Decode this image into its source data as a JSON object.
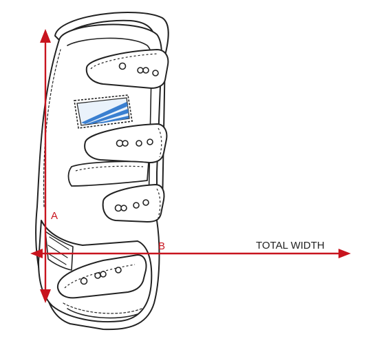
{
  "diagram": {
    "labels": {
      "a": "A",
      "b": "B",
      "total_width": "TOTAL WIDTH"
    },
    "colors": {
      "measure": "#c8141e",
      "outline": "#222222",
      "badge": "#3a7fd0",
      "background": "#ffffff"
    },
    "parts": [
      "boot-shell",
      "closure-strap",
      "logo-badge",
      "strap-hole"
    ]
  }
}
